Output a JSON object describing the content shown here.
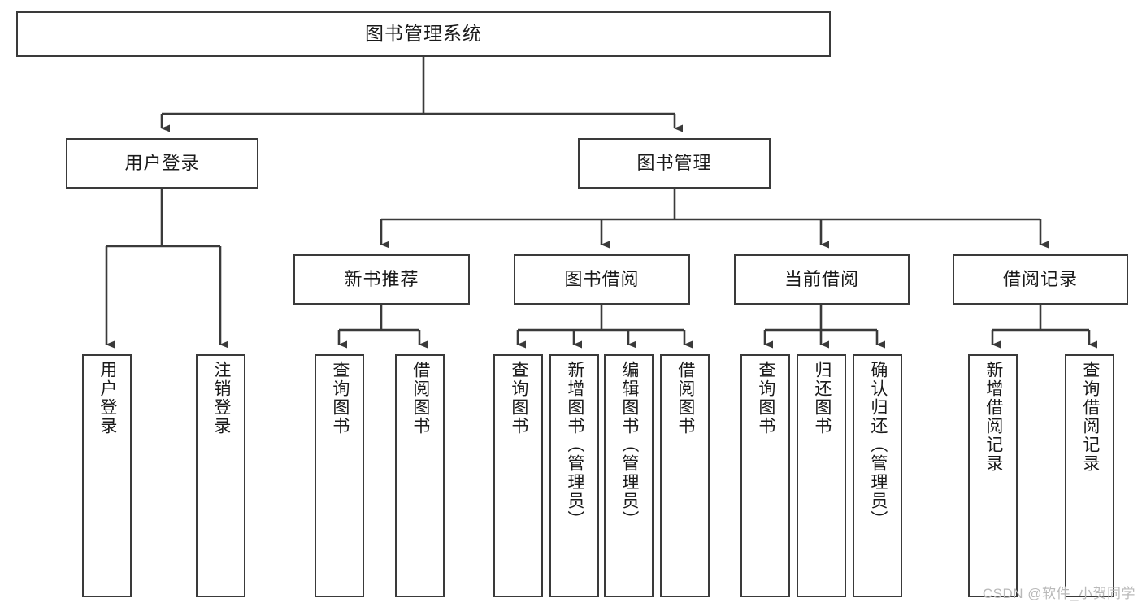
{
  "diagram": {
    "title": "图书管理系统",
    "type": "tree",
    "watermark": "CSDN @软件_小贺同学",
    "colors": {
      "border": "#3a3a3a",
      "fill": "#ffffff",
      "text": "#1a1a1a",
      "connector": "#3a3a3a",
      "watermark": "#b9b9b9"
    },
    "nodes": {
      "root": {
        "label": "图书管理系统"
      },
      "level2": [
        {
          "label": "用户登录"
        },
        {
          "label": "图书管理"
        }
      ],
      "level3": [
        {
          "label": "新书推荐"
        },
        {
          "label": "图书借阅"
        },
        {
          "label": "当前借阅"
        },
        {
          "label": "借阅记录"
        }
      ],
      "leaves": {
        "user_login": [
          {
            "label": "用户登录"
          },
          {
            "label": "注销登录"
          }
        ],
        "new_book": [
          {
            "label": "查询图书"
          },
          {
            "label": "借阅图书"
          }
        ],
        "book_borrow": [
          {
            "label": "查询图书"
          },
          {
            "label": "新增图书（管理员）"
          },
          {
            "label": "编辑图书（管理员）"
          },
          {
            "label": "借阅图书"
          }
        ],
        "current_borrow": [
          {
            "label": "查询图书"
          },
          {
            "label": "归还图书"
          },
          {
            "label": "确认归还（管理员）"
          }
        ],
        "borrow_record": [
          {
            "label": "新增借阅记录"
          },
          {
            "label": "查询借阅记录"
          }
        ]
      }
    }
  }
}
